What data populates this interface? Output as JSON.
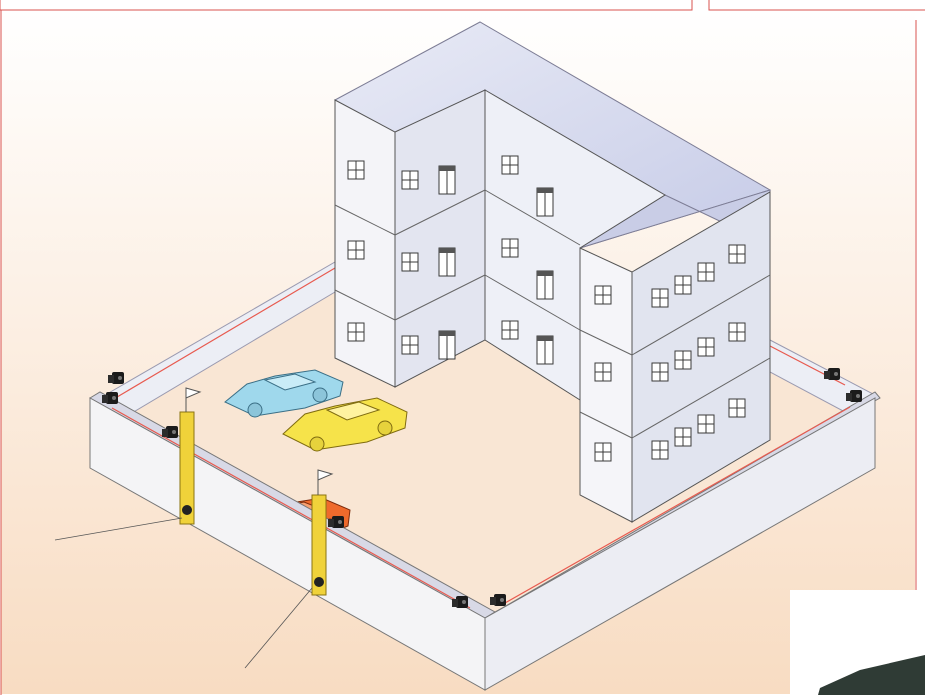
{
  "diagram": {
    "frame_color": "#d9534f",
    "sky_top": "#ffffff",
    "sky_bottom": "#f8dcc2",
    "building_front": "#f3f3f7",
    "building_side": "#e6e7f1",
    "building_roof": "#cfd3ea",
    "wall_outer": "#f4f4f6",
    "wall_top": "#d8d9e6",
    "beam_color": "#e85a4f",
    "post_color": "#f0d23a",
    "cars": [
      {
        "name": "car-blue",
        "color": "#9fd8ec"
      },
      {
        "name": "car-yellow",
        "color": "#f6e34a"
      },
      {
        "name": "car-red",
        "color": "#ef6a2c"
      }
    ],
    "leader_lines": 2
  }
}
